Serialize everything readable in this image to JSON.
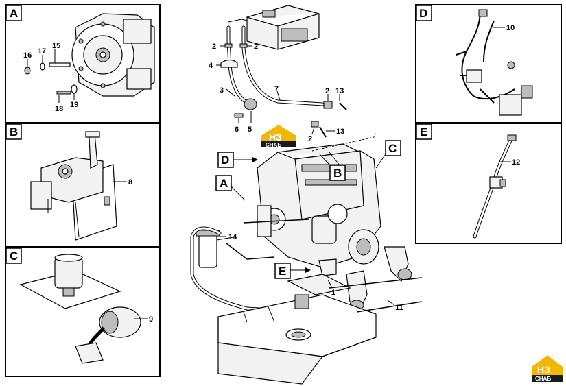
{
  "panels": [
    {
      "id": "A",
      "label": "A",
      "callouts": [
        "15",
        "16",
        "17",
        "18",
        "19"
      ]
    },
    {
      "id": "B",
      "label": "B",
      "callouts": [
        "8"
      ]
    },
    {
      "id": "C",
      "label": "C",
      "callouts": [
        "9"
      ]
    },
    {
      "id": "D",
      "label": "D",
      "callouts": [
        "10"
      ]
    },
    {
      "id": "E",
      "label": "E",
      "callouts": [
        "12"
      ]
    }
  ],
  "main": {
    "tags": [
      "A",
      "B",
      "C",
      "D",
      "E"
    ],
    "callouts": [
      "2",
      "2",
      "2",
      "2",
      "3",
      "4",
      "5",
      "6",
      "7",
      "13",
      "13",
      "14",
      "1",
      "11"
    ]
  },
  "logo": {
    "top": "НЗ",
    "bottom": "СНАБ",
    "color": "#f2b705"
  }
}
